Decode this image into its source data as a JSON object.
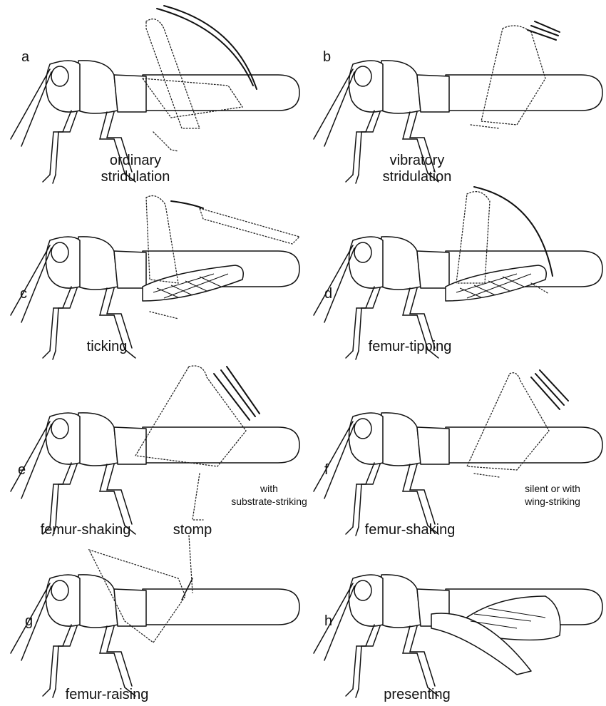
{
  "panels": [
    {
      "letter": "a",
      "caption": "ordinary\nstridulation",
      "note": ""
    },
    {
      "letter": "b",
      "caption": "vibratory\nstridulation",
      "note": ""
    },
    {
      "letter": "c",
      "caption": "ticking",
      "note": ""
    },
    {
      "letter": "d",
      "caption": "femur-tipping",
      "note": ""
    },
    {
      "letter": "e",
      "caption": "femur-shaking",
      "caption2": "stomp",
      "note": "with\nsubstrate-striking"
    },
    {
      "letter": "f",
      "caption": "femur-shaking",
      "note": "silent or with\nwing-striking"
    },
    {
      "letter": "g",
      "caption": "femur-raising",
      "note": ""
    },
    {
      "letter": "h",
      "caption": "presenting",
      "note": ""
    }
  ],
  "icons": {
    "body": "grasshopper-body-icon",
    "leg": "hind-leg-dotted-icon",
    "motion": "motion-arc-icon"
  }
}
